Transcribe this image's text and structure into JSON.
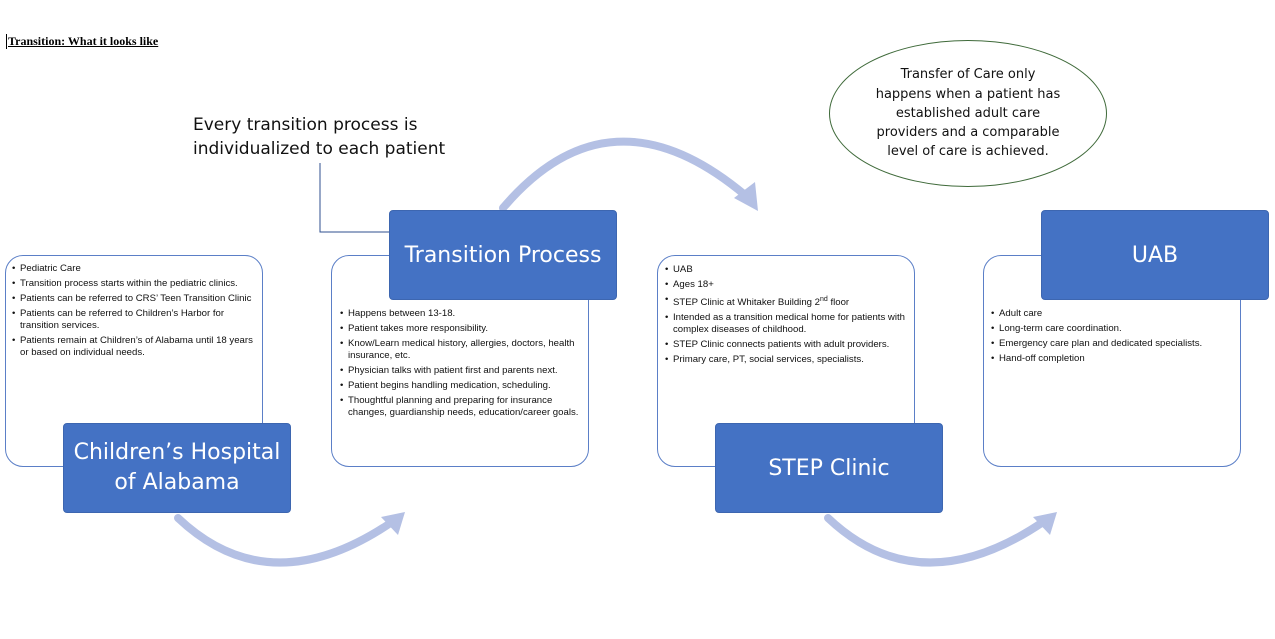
{
  "document": {
    "title": "Transition: What it looks like"
  },
  "callout": {
    "text": "Every transition process is individualized to each patient"
  },
  "oval_note": {
    "text": "Transfer of Care only happens when a patient has established adult care providers and a comparable level of care is achieved."
  },
  "stages": [
    {
      "label": "Children’s Hospital of Alabama",
      "items": [
        "Pediatric Care",
        "Transition process starts within the pediatric clinics.",
        "Patients can be referred to CRS’ Teen Transition Clinic",
        "Patients can be referred to Children’s Harbor for transition services.",
        "Patients remain at Children’s of Alabama until 18 years or based on individual needs."
      ]
    },
    {
      "label": "Transition Process",
      "items": [
        "Happens between 13-18.",
        "Patient takes more responsibility.",
        "Know/Learn medical history, allergies, doctors, health insurance, etc.",
        "Physician talks with patient first and parents next.",
        "Patient begins handling medication, scheduling.",
        "Thoughtful planning and preparing for insurance changes, guardianship needs, education/career goals."
      ]
    },
    {
      "label": "STEP Clinic",
      "items": [
        "UAB",
        "Ages 18+",
        "STEP Clinic at Whitaker Building 2",
        "Intended as a transition medical home for patients with complex diseases of childhood.",
        "STEP Clinic connects patients with adult providers.",
        "Primary care, PT, social services, specialists."
      ],
      "floor_suffix": "nd",
      "floor_word": " floor"
    },
    {
      "label": "UAB",
      "items": [
        "Adult care",
        "Long-term care coordination.",
        "Emergency care plan and dedicated specialists.",
        "Hand-off completion"
      ]
    }
  ],
  "colors": {
    "label_fill": "#4472c4",
    "card_border": "#5b7fc7",
    "arrow": "#b4c0e4",
    "oval_border": "#3f6a3a"
  }
}
